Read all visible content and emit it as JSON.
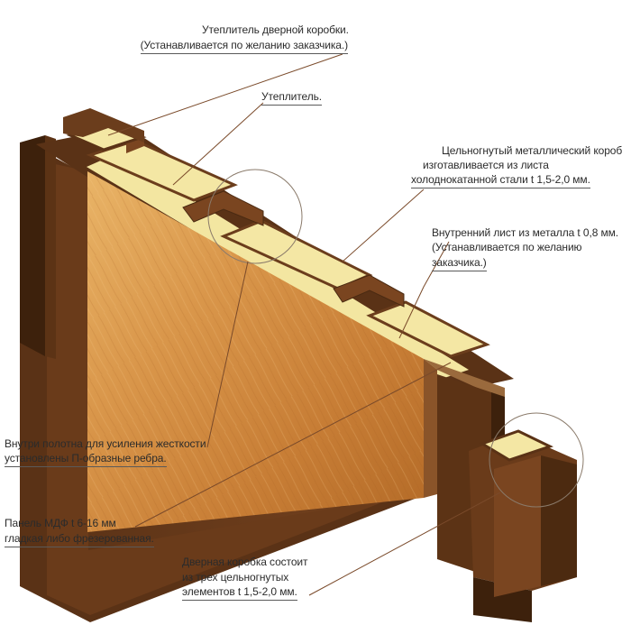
{
  "labels": {
    "frame_insulation": {
      "line1": "Утеплитель  дверной коробки.",
      "line2": "(Устанавливается по желанию заказчика.)"
    },
    "insulation": {
      "line1": "Утеплитель."
    },
    "metal_box": {
      "line1": "Цельногнутый металлический короб",
      "line2": "изготавливается из листа",
      "line3": "холоднокатанной стали t 1,5-2,0 мм."
    },
    "inner_sheet": {
      "line1": "Внутренний лист из металла t 0,8 мм.",
      "line2": "(Устанавливается по желанию",
      "line3": "заказчика.)"
    },
    "ribs": {
      "line1": "Внутри полотна для усиления жесткости",
      "line2": "установлены П-образные ребра."
    },
    "mdf_panel": {
      "line1": "Панель МДФ t 6-16 мм",
      "line2": "гладкая либо фрезерованная."
    },
    "door_frame": {
      "line1": "Дверная коробка состоит",
      "line2": "из трех цельногнутых",
      "line3": "элементов t 1,5-2,0 мм."
    }
  },
  "colors": {
    "frame_dark": "#4a2a12",
    "frame_mid": "#6b3d1c",
    "frame_light": "#8a5429",
    "insulation": "#f3e6a1",
    "wood_light": "#e0a556",
    "wood_dark": "#b86b28",
    "leader": "#7a4a2a"
  }
}
